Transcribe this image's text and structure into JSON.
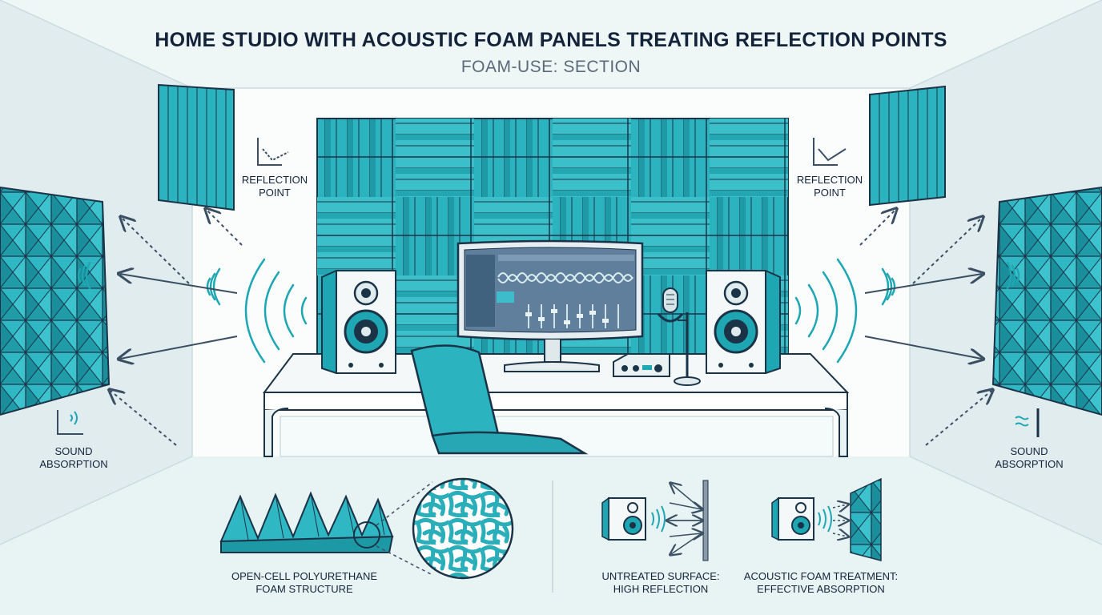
{
  "title": "HOME STUDIO WITH ACOUSTIC FOAM PANELS TREATING REFLECTION POINTS",
  "subtitle": "FOAM-USE: SECTION",
  "labels": {
    "reflection_left": [
      "REFLECTION",
      "POINT"
    ],
    "reflection_right": [
      "REFLECTION",
      "POINT"
    ],
    "absorption_left": [
      "SOUND",
      "ABSORPTION"
    ],
    "absorption_right": [
      "SOUND",
      "ABSORPTION"
    ]
  },
  "bottom": {
    "foam_structure": [
      "OPEN-CELL POLYURETHANE",
      "FOAM STRUCTURE"
    ],
    "untreated": [
      "UNTREATED SURFACE:",
      "HIGH REFLECTION"
    ],
    "treated": [
      "ACOUSTIC FOAM TREATMENT:",
      "EFFECTIVE ABSORPTION"
    ]
  },
  "colors": {
    "foam": "#2bb3bf",
    "foam_dark": "#178e9a",
    "outline": "#1b3347",
    "wall": "#f2f8f8",
    "floor": "#e4f1f1",
    "wave": "#1ea6b3"
  },
  "icons": [
    "speaker-icon",
    "monitor-icon",
    "microphone-icon",
    "chair-icon",
    "audio-interface-icon",
    "reflection-icon",
    "absorption-icon"
  ]
}
